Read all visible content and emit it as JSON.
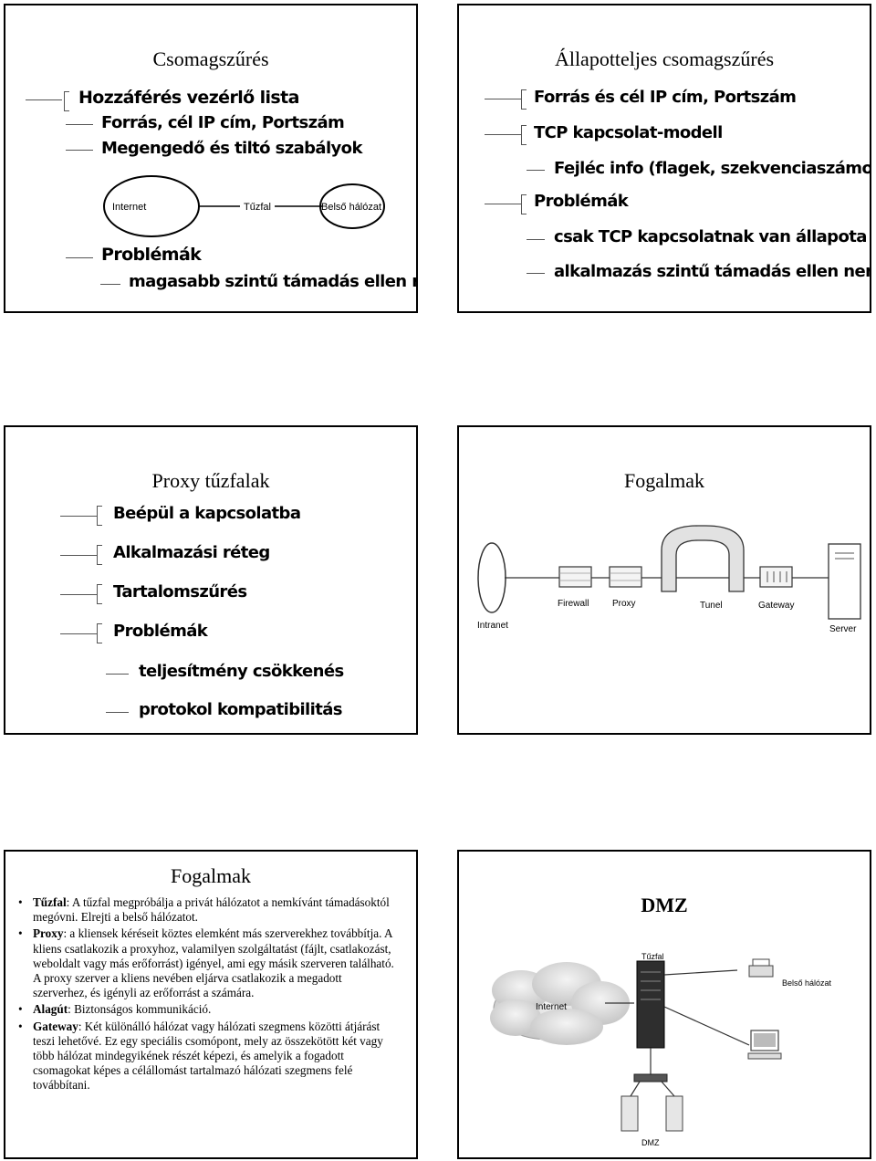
{
  "slide1": {
    "title": "Csomagszűrés",
    "items": [
      "Hozzáférés vezérlő lista",
      "Forrás, cél IP cím, Portszám",
      "Megengedő és tiltó szabályok",
      "Problémák",
      "magasabb szintű támadás ellen nem véd"
    ],
    "diagram": {
      "internet": "Internet",
      "firewall": "Tűzfal",
      "internal": "Belső hálózat"
    }
  },
  "slide2": {
    "title": "Állapotteljes csomagszűrés",
    "items": [
      "Forrás és cél IP cím, Portszám",
      "TCP kapcsolat-modell",
      "Fejléc info (flagek, szekvenciaszámok) vizsgálata",
      "Problémák",
      "csak TCP kapcsolatnak van állapota",
      "alkalmazás szintű támadás ellen nem véd"
    ]
  },
  "slide3": {
    "title": "Proxy tűzfalak",
    "items": [
      "Beépül a kapcsolatba",
      "Alkalmazási réteg",
      "Tartalomszűrés",
      "Problémák",
      "teljesítmény csökkenés",
      "protokol kompatibilitás"
    ]
  },
  "slide4": {
    "title": "Fogalmak",
    "diagram": {
      "intranet": "Intranet",
      "firewall": "Firewall",
      "proxy": "Proxy",
      "tunel": "Tunel",
      "gateway": "Gateway",
      "server": "Server"
    }
  },
  "slide5": {
    "title": "Fogalmak",
    "bullets": [
      {
        "term": "Tűzfal",
        "text": ": A tűzfal megpróbálja a privát hálózatot a nemkívánt támadásoktól megóvni. Elrejti a belső hálózatot."
      },
      {
        "term": "Proxy",
        "text": ": a kliensek kéréseit köztes elemként más szerverekhez továbbítja. A kliens csatlakozik a proxyhoz, valamilyen szolgáltatást (fájlt, csatlakozást, weboldalt vagy más erőforrást) igényel, ami egy másik szerveren található. A proxy szerver a kliens nevében eljárva csatlakozik a megadott szerverhez, és igényli az erőforrást a számára."
      },
      {
        "term": "Alagút",
        "text": ": Biztonságos kommunikáció."
      },
      {
        "term": "Gateway",
        "text": ": Két különálló hálózat vagy hálózati szegmens közötti átjárást teszi lehetővé. Ez egy speciális csomópont, mely az összekötött két vagy több hálózat mindegyikének részét képezi, és amelyik a fogadott csomagokat képes a célállomást tartalmazó hálózati szegmens felé továbbítani."
      }
    ]
  },
  "slide6": {
    "title": "DMZ",
    "diagram": {
      "firewall": "Tűzfal",
      "internet": "Internet",
      "internal": "Belső hálózat",
      "dmz": "DMZ"
    }
  }
}
